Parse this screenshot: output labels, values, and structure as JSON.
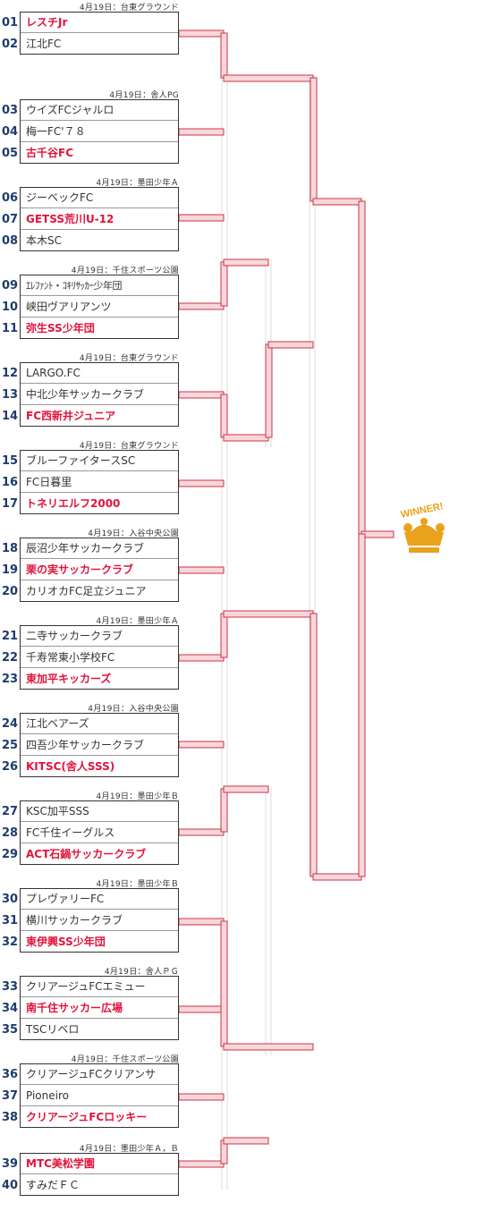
{
  "venues": [
    "4月19日：台東グラウンド",
    "4月19日：舎人PG",
    "4月19日：墨田少年Ａ",
    "4月19日：千住スポーツ公園",
    "4月19日：台東グラウンド",
    "4月19日：台東グラウンド",
    "4月19日：入谷中央公園",
    "4月19日：墨田少年Ａ",
    "4月19日：入谷中央公園",
    "4月19日：墨田少年Ｂ",
    "4月19日：墨田少年Ｂ",
    "4月19日：舎人ＰＧ",
    "4月19日：千住スポーツ公園",
    "4月19日：墨田少年Ａ，Ｂ"
  ],
  "teams": [
    {
      "num": "01",
      "name": "レスチJr",
      "win": true
    },
    {
      "num": "02",
      "name": "江北FC",
      "win": false
    },
    {
      "num": "03",
      "name": "ウイズFCジャルロ",
      "win": false
    },
    {
      "num": "04",
      "name": "梅一FC'７８",
      "win": false
    },
    {
      "num": "05",
      "name": "古千谷FC",
      "win": true
    },
    {
      "num": "06",
      "name": "ジーベックFC",
      "win": false
    },
    {
      "num": "07",
      "name": "GETSS荒川U-12",
      "win": true
    },
    {
      "num": "08",
      "name": "本木SC",
      "win": false
    },
    {
      "num": "09",
      "name": "ｴﾚﾌｧﾝﾄ・ｺｷﾘｻｯｶｰ少年団",
      "win": false
    },
    {
      "num": "10",
      "name": "峡田ヴアリアンツ",
      "win": false
    },
    {
      "num": "11",
      "name": "弥生SS少年団",
      "win": true
    },
    {
      "num": "12",
      "name": "LARGO.FC",
      "win": false
    },
    {
      "num": "13",
      "name": "中北少年サッカークラブ",
      "win": false
    },
    {
      "num": "14",
      "name": "FC西新井ジュニア",
      "win": true
    },
    {
      "num": "15",
      "name": "ブルーファイタースSC",
      "win": false
    },
    {
      "num": "16",
      "name": "FC日暮里",
      "win": false
    },
    {
      "num": "17",
      "name": "トネリエルフ2000",
      "win": true
    },
    {
      "num": "18",
      "name": "辰沼少年サッカークラブ",
      "win": false
    },
    {
      "num": "19",
      "name": "栗の実サッカークラブ",
      "win": true
    },
    {
      "num": "20",
      "name": "カリオカFC足立ジュニア",
      "win": false
    },
    {
      "num": "21",
      "name": "二寺サッカークラブ",
      "win": false
    },
    {
      "num": "22",
      "name": "千寿常東小学校FC",
      "win": false
    },
    {
      "num": "23",
      "name": "東加平キッカーズ",
      "win": true
    },
    {
      "num": "24",
      "name": "江北ベアーズ",
      "win": false
    },
    {
      "num": "25",
      "name": "四吾少年サッカークラブ",
      "win": false
    },
    {
      "num": "26",
      "name": "KITSC(舎人SSS)",
      "win": true
    },
    {
      "num": "27",
      "name": "KSC加平SSS",
      "win": false
    },
    {
      "num": "28",
      "name": "FC千住イーグルス",
      "win": false
    },
    {
      "num": "29",
      "name": "ACT石鍋サッカークラブ",
      "win": true
    },
    {
      "num": "30",
      "name": "プレヴァリーFC",
      "win": false
    },
    {
      "num": "31",
      "name": "横川サッカークラブ",
      "win": false
    },
    {
      "num": "32",
      "name": "東伊興SS少年団",
      "win": true
    },
    {
      "num": "33",
      "name": "クリアージュFCエミュー",
      "win": false
    },
    {
      "num": "34",
      "name": "南千住サッカー広場",
      "win": true
    },
    {
      "num": "35",
      "name": "TSCリベロ",
      "win": false
    },
    {
      "num": "36",
      "name": "クリアージュFCクリアンサ",
      "win": false
    },
    {
      "num": "37",
      "name": "Pioneiro",
      "win": false
    },
    {
      "num": "38",
      "name": "クリアージュFCロッキー",
      "win": true
    },
    {
      "num": "39",
      "name": "MTC美松学園",
      "win": true
    },
    {
      "num": "40",
      "name": "すみだＦＣ",
      "win": false
    }
  ],
  "winner_badge": "WINNER!",
  "colors": {
    "accent": "#e2133a",
    "number": "#1e3b6b",
    "line": "#cc3344",
    "crown": "#e9a21b"
  }
}
